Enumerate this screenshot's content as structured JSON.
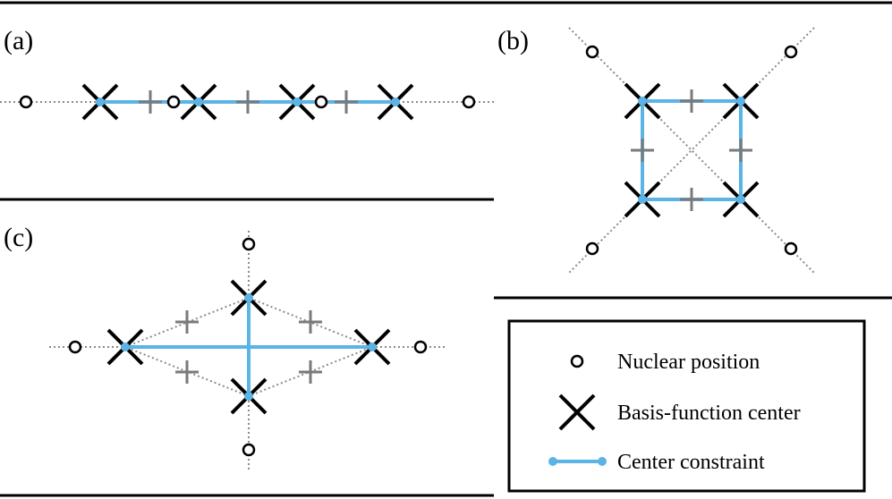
{
  "panels": {
    "a": {
      "label": "(a)"
    },
    "b": {
      "label": "(b)"
    },
    "c": {
      "label": "(c)"
    }
  },
  "legend": {
    "nuclear_position": "Nuclear position",
    "basis_function_center": "Basis-function center",
    "center_constraint": "Center constraint"
  },
  "colors": {
    "constraint": "#5bb4e5",
    "plus_marker": "#7a7a7a",
    "axis_dotted": "#8a8a8a",
    "basis_cross": "#000000",
    "nucleus_stroke": "#000000"
  }
}
